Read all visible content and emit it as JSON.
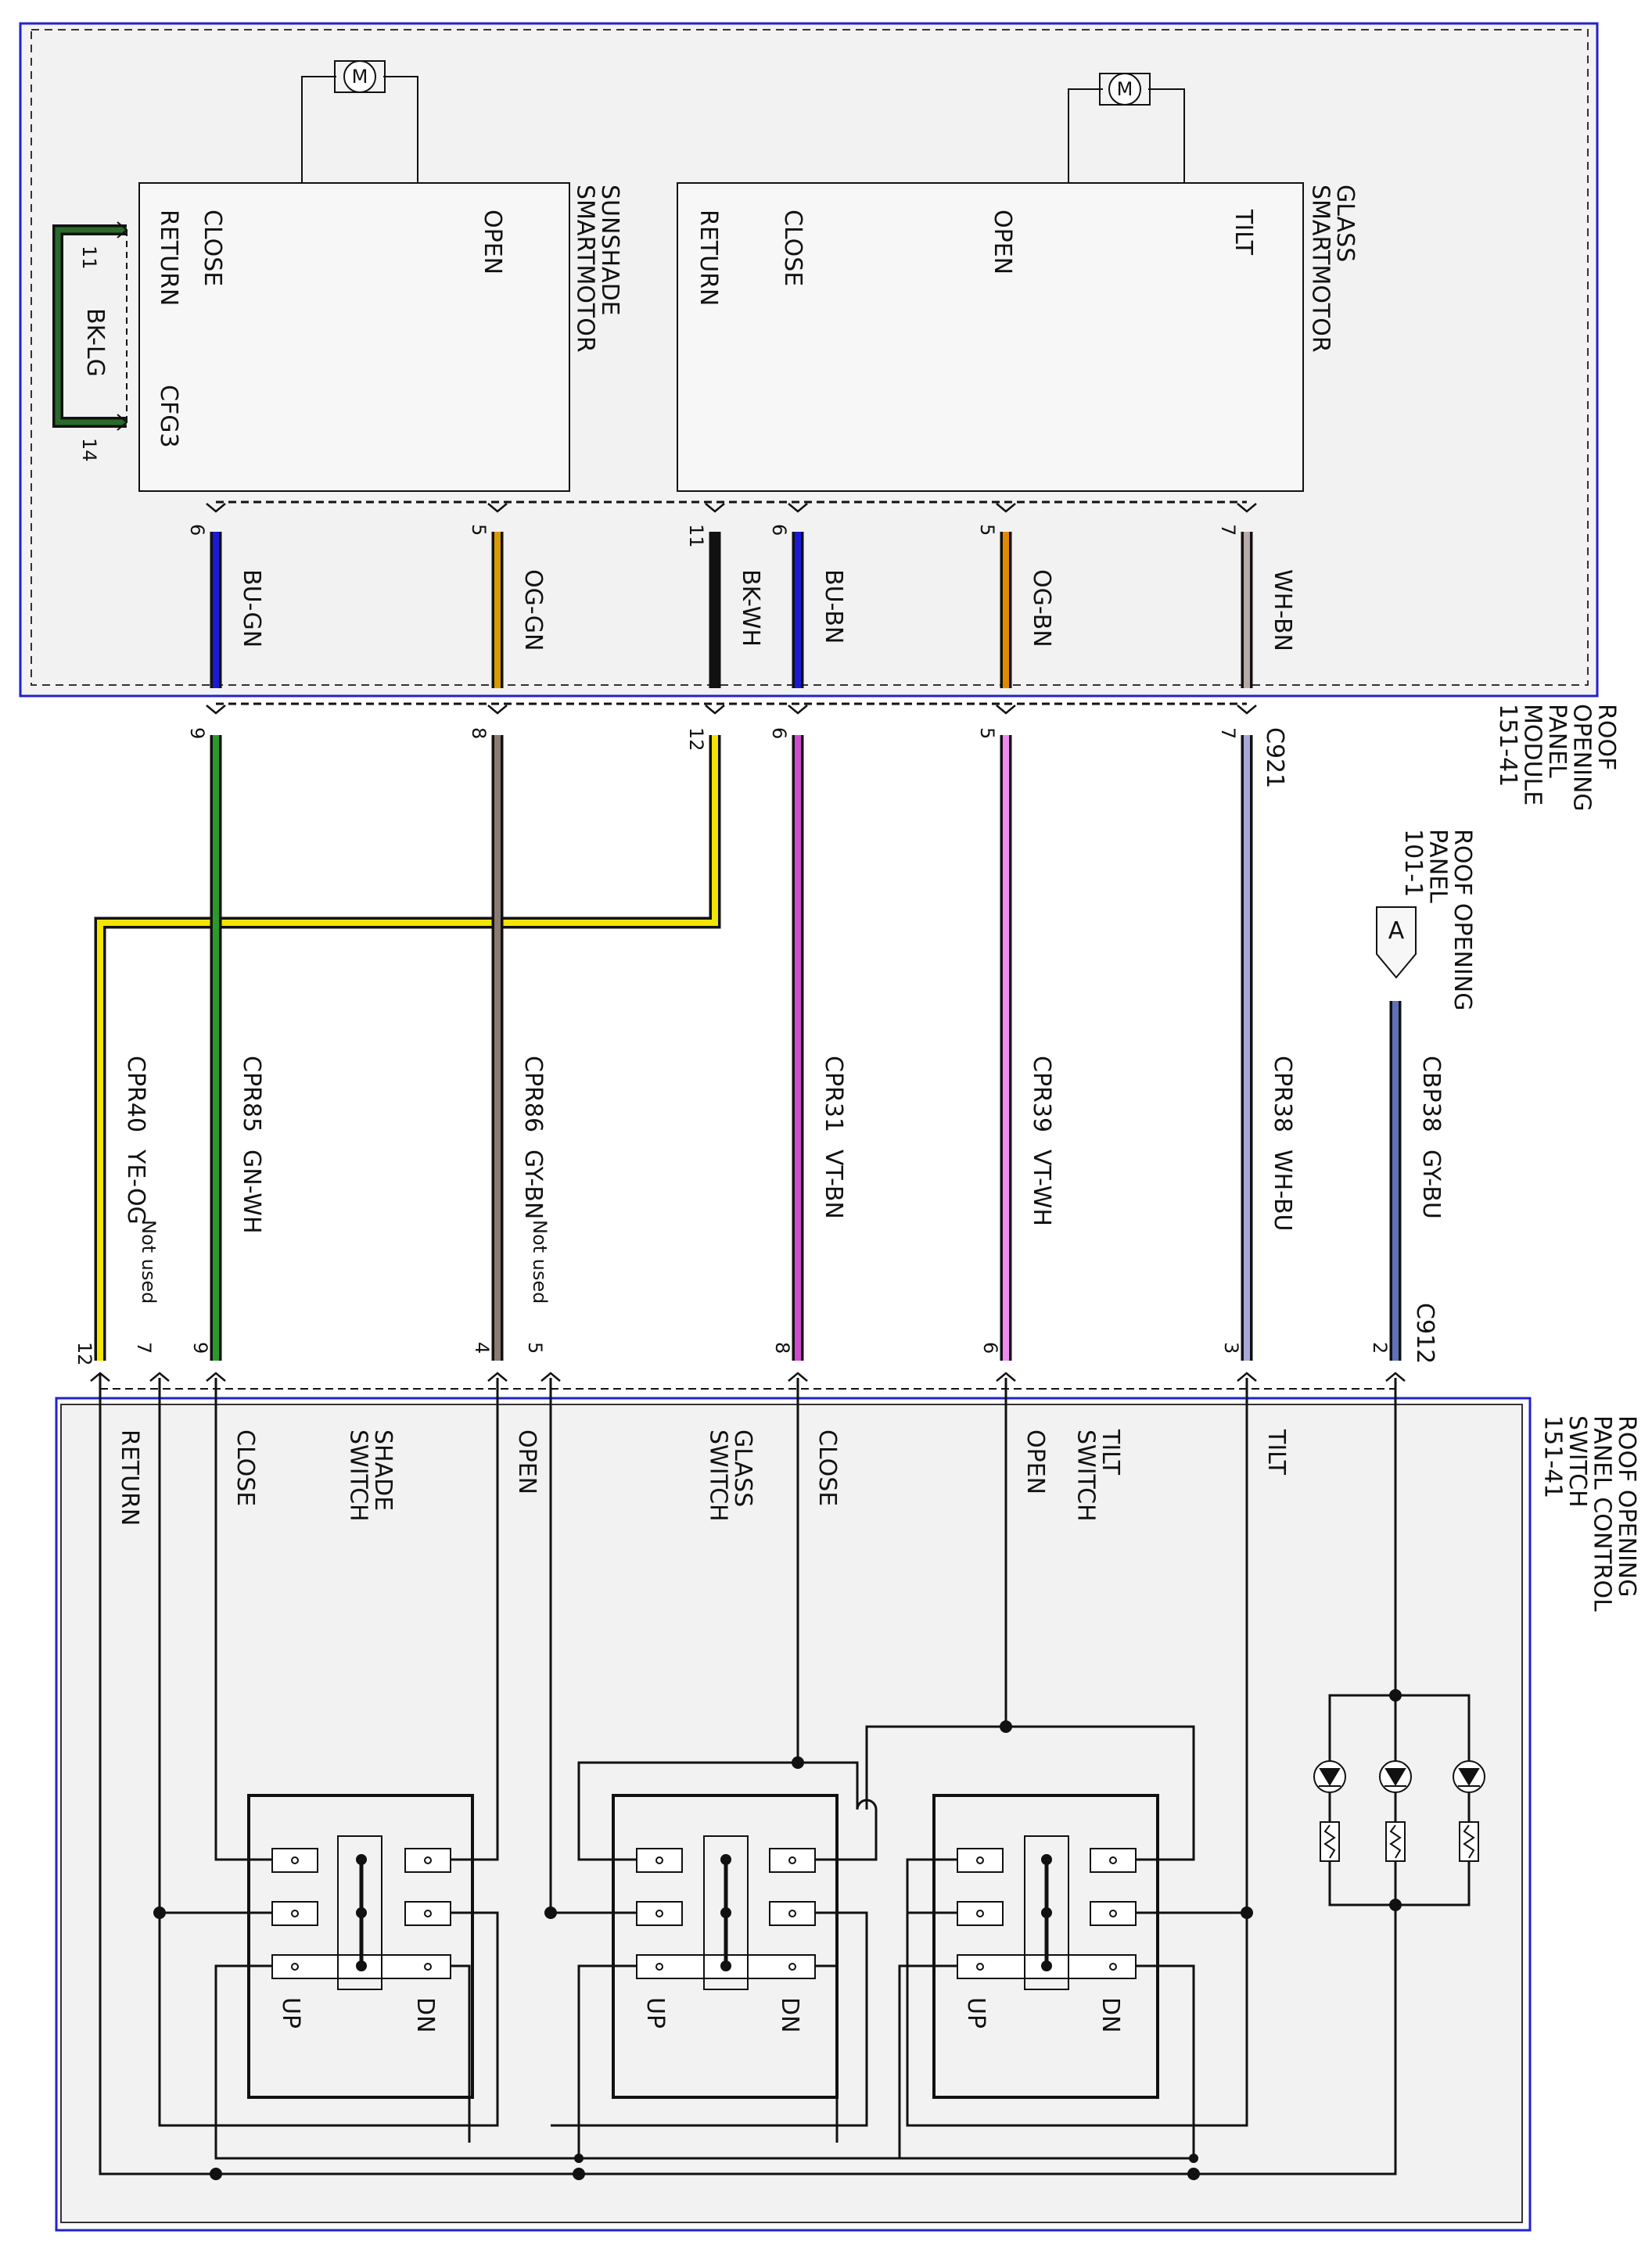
{
  "colors": {
    "BU-GN": "#1a1ad6",
    "OG-GN": "#d99a00",
    "BK-WH": "#111111",
    "BU-BN": "#1a1ad6",
    "OG-BN": "#e08a00",
    "WH-BN": "#b8a8a8",
    "GN-WH": "#2a9a2a",
    "GY-BN": "#8a7a70",
    "YE-OG": "#f2e500",
    "VT-BN": "#d04ad0",
    "VT-WH": "#f08af0",
    "WH-BU": "#a8a8d8",
    "GY-BU": "#6070b8",
    "BK-LG": "#2a6a2a",
    "module_border": "#2222cc"
  },
  "module": {
    "name": "ROOF\nOPENING\nPANEL\nMODULE\n151-41",
    "connector": "C921",
    "sunshade": {
      "name": "SUNSHADE\nSMARTMOTOR",
      "motor": "M",
      "pins": {
        "return": "RETURN",
        "close": "CLOSE",
        "open": "OPEN",
        "cfg": "CFG3"
      },
      "jumper": {
        "color_code": "BK-LG",
        "pin_a": "11",
        "pin_b": "14"
      }
    },
    "glass": {
      "name": "GLASS\nSMARTMOTOR",
      "motor": "M",
      "pins": {
        "return": "RETURN",
        "close": "CLOSE",
        "open": "OPEN",
        "tilt": "TILT"
      }
    }
  },
  "wires_upper": [
    {
      "pin_top": "6",
      "color_code": "BU-GN",
      "pin_bottom": "9"
    },
    {
      "pin_top": "5",
      "color_code": "OG-GN",
      "pin_bottom": "8"
    },
    {
      "pin_top": "11",
      "color_code": "BK-WH",
      "pin_bottom": "12"
    },
    {
      "pin_top": "6",
      "color_code": "BU-BN",
      "pin_bottom": "6"
    },
    {
      "pin_top": "5",
      "color_code": "OG-BN",
      "pin_bottom": "5"
    },
    {
      "pin_top": "7",
      "color_code": "WH-BN",
      "pin_bottom": "7"
    }
  ],
  "wires_lower": [
    {
      "circuit": "CPR40",
      "color_code": "YE-OG",
      "pin": "12"
    },
    {
      "circuit": "CPR85",
      "color_code": "GN-WH",
      "pin": "9"
    },
    {
      "circuit": "CPR86",
      "color_code": "GY-BN",
      "pin": "4"
    },
    {
      "circuit": "CPR31",
      "color_code": "VT-BN",
      "pin": "8"
    },
    {
      "circuit": "CPR39",
      "color_code": "VT-WH",
      "pin": "6"
    },
    {
      "circuit": "CPR38",
      "color_code": "WH-BU",
      "pin": "3"
    },
    {
      "circuit": "CBP38",
      "color_code": "GY-BU",
      "pin": "2"
    }
  ],
  "not_used": [
    {
      "pin": "7",
      "text": "Not used"
    },
    {
      "pin": "5",
      "text": "Not used"
    }
  ],
  "panel_ref": {
    "text": "ROOF OPENING\nPANEL\n101-1",
    "letter": "A"
  },
  "switch_connector": "C912",
  "control_switch": {
    "name": "ROOF OPENING\nPANEL CONTROL\nSWITCH\n151-41",
    "labels": {
      "return": "RETURN",
      "close_shade": "CLOSE",
      "open_shade": "OPEN",
      "close_glass": "CLOSE",
      "open_tilt": "OPEN",
      "tilt": "TILT"
    },
    "shade_switch": {
      "name": "SHADE\nSWITCH",
      "up": "UP",
      "dn": "DN"
    },
    "glass_switch": {
      "name": "GLASS\nSWITCH",
      "up": "UP",
      "dn": "DN"
    },
    "tilt_switch": {
      "name": "TILT\nSWITCH",
      "up": "UP",
      "dn": "DN"
    }
  }
}
